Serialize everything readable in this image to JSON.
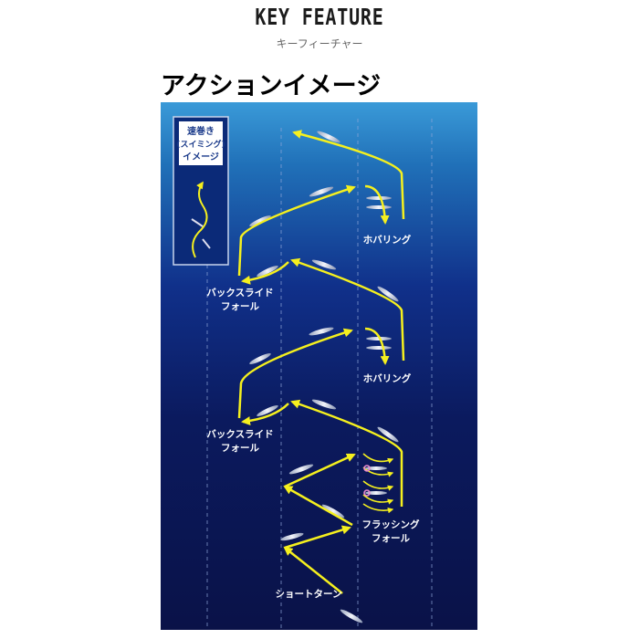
{
  "header": {
    "title": "KEY FEATURE",
    "subtitle": "キーフィーチャー"
  },
  "section": {
    "title": "アクションイメージ"
  },
  "inset": {
    "line1": "速巻き",
    "line2": "(スイミング)",
    "line3": "イメージ"
  },
  "labels": {
    "hovering_1": "ホバリング",
    "backslide_1_a": "バックスライド",
    "backslide_1_b": "フォール",
    "hovering_2": "ホバリング",
    "backslide_2_a": "バックスライド",
    "backslide_2_b": "フォール",
    "flashing_a": "フラッシング",
    "flashing_b": "フォール",
    "short_turn": "ショートターン"
  },
  "colors": {
    "arrow": "#f5f01e",
    "water_top": "#3a9ad8",
    "water_bottom": "#0a1248"
  }
}
